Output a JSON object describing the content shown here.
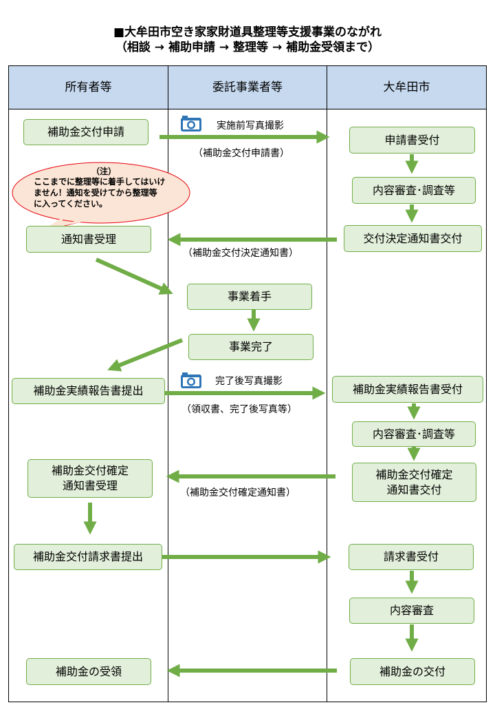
{
  "title": {
    "line1": "■大牟田市空き家家財道具整理等支援事業のながれ",
    "line2": "（相談 → 補助申請 → 整理等 → 補助金受領まで）"
  },
  "columns": [
    "所有者等",
    "委託事業者等",
    "大牟田市"
  ],
  "owner": {
    "apply": "補助金交付申請",
    "notice_receive": "通知書受理",
    "report_submit": "補助金実績報告書提出",
    "confirm_receive": "補助金交付確定\n通知書受理",
    "request_submit": "補助金交付請求書提出",
    "receive_money": "補助金の受領"
  },
  "contractor": {
    "start": "事業着手",
    "complete": "事業完了"
  },
  "city": {
    "accept_application": "申請書受付",
    "review1": "内容審査･調査等",
    "decision_notice": "交付決定通知書交付",
    "accept_report": "補助金実績報告書受付",
    "review2": "内容審査･調査等",
    "confirm_notice": "補助金交付確定\n通知書交付",
    "accept_request": "請求書受付",
    "review3": "内容審査",
    "pay": "補助金の交付"
  },
  "labels": {
    "photo_before": "実施前写真撮影",
    "application_doc": "（補助金交付申請書）",
    "decision_doc": "（補助金交付決定通知書）",
    "photo_after": "完了後写真撮影",
    "receipt_doc": "（領収書、完了後写真等）",
    "confirm_doc": "（補助金交付確定通知書）"
  },
  "note": {
    "title": "（注）",
    "text": "ここまでに整理等に着手してはいけ\nません！通知を受けてから整理等\nに入ってください。"
  },
  "colors": {
    "header": "#c6d9ef",
    "box_fill": "#e2efda",
    "box_border": "#70ad47",
    "arrow": "#70ad47",
    "note_fill": "#fbe5d6",
    "note_border": "#e8000b",
    "camera": "#2e75b6"
  }
}
